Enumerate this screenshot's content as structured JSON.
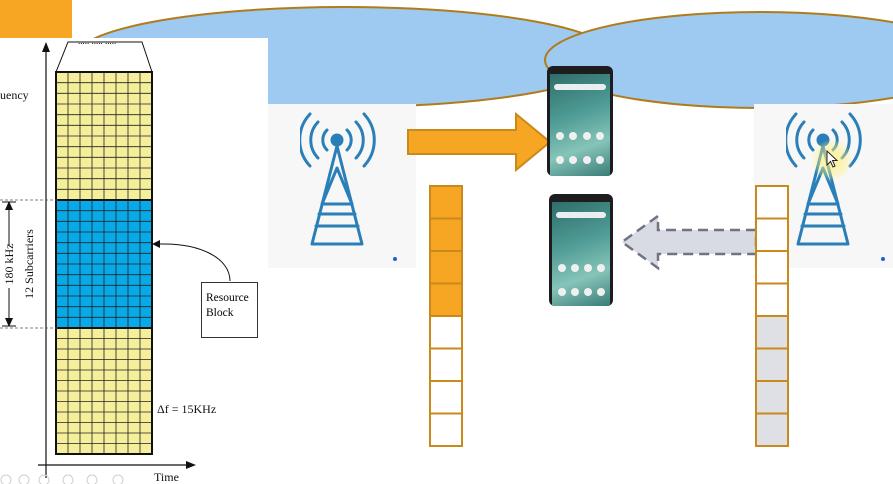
{
  "rb_diagram": {
    "axis_frequency": "uency",
    "axis_time": "Time",
    "bandwidth_label": "180 kHz",
    "subcarriers_label": "12 Subcarriers",
    "dots_top": "..... ..... .....",
    "rb_label_line1": "Resource",
    "rb_label_line2": "Block",
    "delta_f": "Δf = 15KHz"
  },
  "colors": {
    "orange": "#f6a623",
    "cloud": "#9ec9f0",
    "cloud_stroke": "#b07c1a",
    "tower": "#2a7fb8",
    "rb_yellow": "#f5ee9a",
    "rb_blue": "#08a9e8",
    "buffer_orange": "#f6a623",
    "buffer_gray": "#dfe0e6",
    "buffer_stroke": "#c98a1b",
    "arrow_gray": "#d8dbe4"
  },
  "buffers": {
    "left": {
      "total": 8,
      "filled": 4
    },
    "right": {
      "total": 8,
      "filled": 4
    }
  }
}
